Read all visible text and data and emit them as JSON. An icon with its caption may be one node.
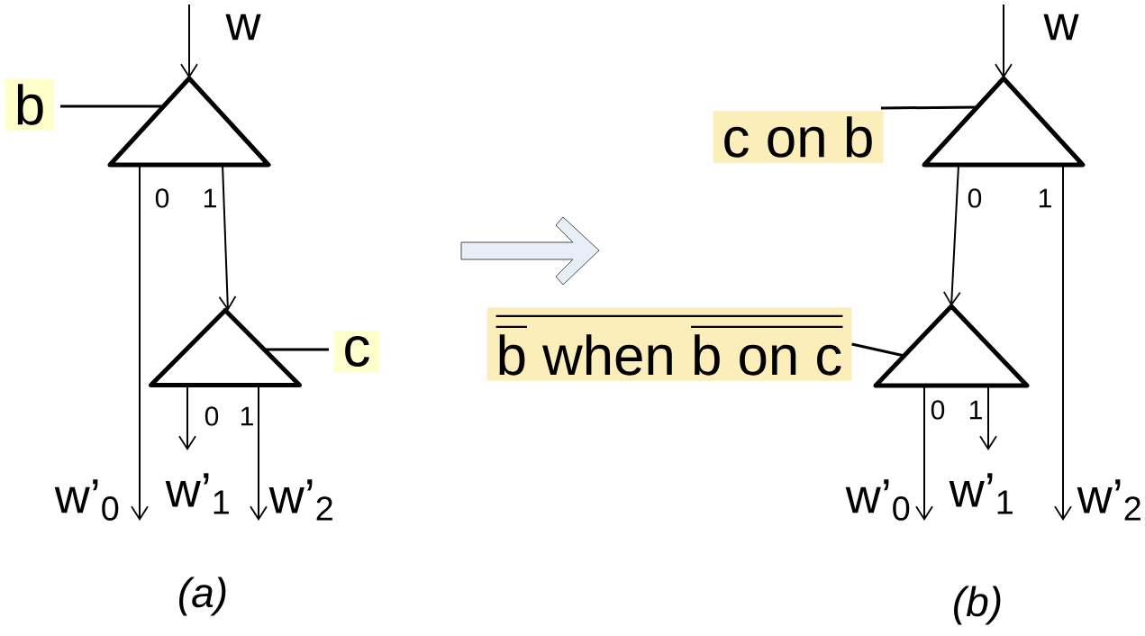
{
  "diagram": {
    "nodes": [
      {
        "text": [],
        "shape": "triangle"
      },
      {
        "text": [],
        "shape": "triangle"
      },
      {
        "text": [
          "b"
        ]
      },
      {
        "text": [
          "c"
        ]
      },
      {
        "text": [],
        "shape": "triangle"
      },
      {
        "text": [],
        "shape": "triangle"
      },
      {
        "text": [
          "c on b"
        ]
      },
      {
        "text": [
          "\\overline{\\overline{\\mathrm{b}}\\ \\mathrm{when}\\ \\overline{\\mathrm{b\\ on\\ c}}}"
        ]
      },
      {
        "text": [
          "w’$_{1}$"
        ]
      },
      {
        "text": [
          "w’$_{2}$"
        ]
      },
      {
        "text": [
          "w’$_{0}$"
        ]
      },
      {
        "text": [
          "w’$_{1}$"
        ]
      },
      {
        "text": [
          "w’$_{2}$"
        ]
      },
      {
        "text": [
          "w’$_{0}$"
        ]
      }
    ],
    "edges": [
      {
        "from": null,
        "to": 0,
        "arrow": "to"
      },
      {
        "from": 2,
        "to": 0,
        "arrow": "none"
      },
      {
        "from": 0,
        "to": 13,
        "arrow": "to",
        "label": "0"
      },
      {
        "from": 0,
        "to": 1,
        "arrow": "to",
        "label": "1"
      },
      {
        "from": 3,
        "to": 1,
        "arrow": "none"
      },
      {
        "from": 1,
        "to": 8,
        "arrow": "to",
        "label": "0"
      },
      {
        "from": 1,
        "to": 9,
        "arrow": "to",
        "label": "1"
      },
      {
        "from": null,
        "to": 4,
        "arrow": "to"
      },
      {
        "from": 6,
        "to": 4,
        "arrow": "none"
      },
      {
        "from": 4,
        "to": 5,
        "arrow": "to",
        "label": "0"
      },
      {
        "from": 4,
        "to": 12,
        "arrow": "to",
        "label": "1"
      },
      {
        "from": 7,
        "to": 5,
        "arrow": "none"
      },
      {
        "from": 5,
        "to": 10,
        "arrow": "to",
        "label": "0"
      },
      {
        "from": 5,
        "to": 11,
        "arrow": "to",
        "label": "1"
      }
    ],
    "labels": [
      "w",
      "(a)",
      "w",
      "(b)"
    ]
  }
}
